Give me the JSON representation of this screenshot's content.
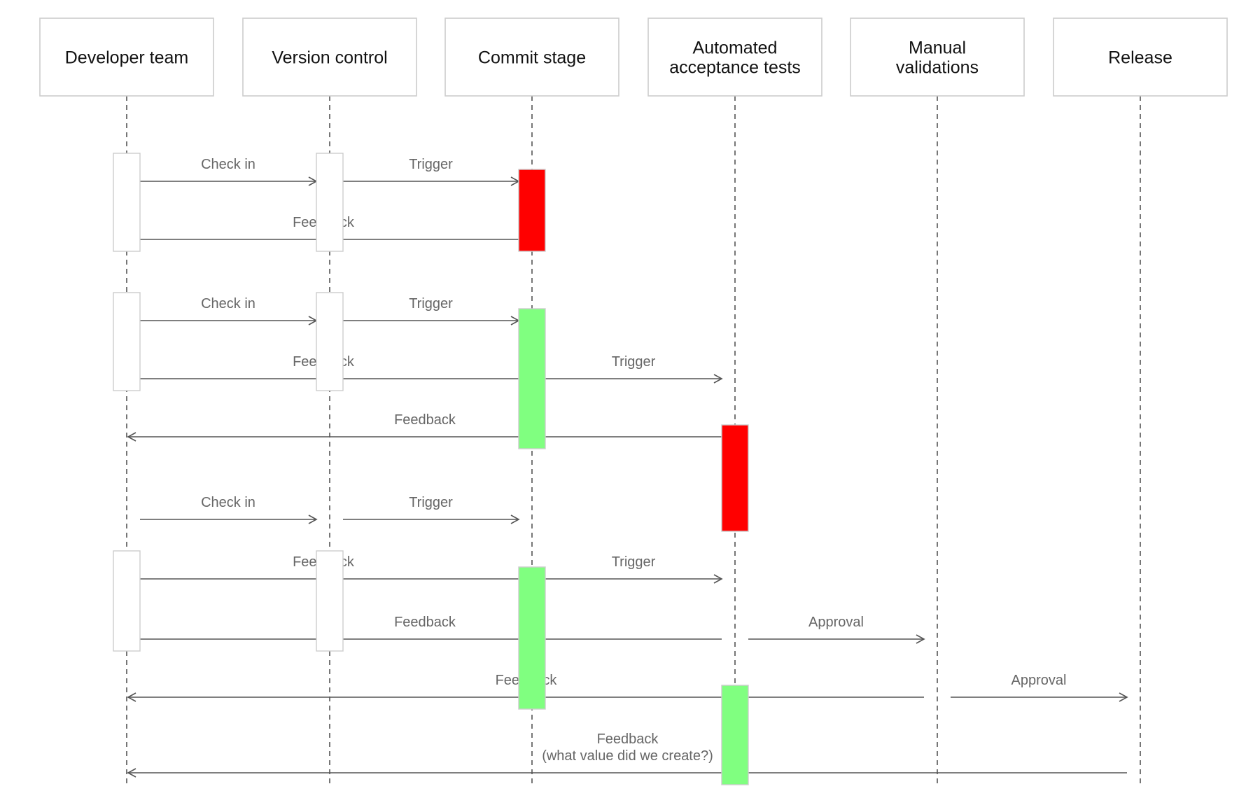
{
  "colors": {
    "fail": "#ff0000",
    "pass": "#80ff80",
    "line": "#555555",
    "box_border": "#cccccc",
    "text": "#111111",
    "label": "#666666"
  },
  "actors": [
    {
      "name": "developer-team",
      "lines": [
        "Developer team"
      ]
    },
    {
      "name": "version-control",
      "lines": [
        "Version control"
      ]
    },
    {
      "name": "commit-stage",
      "lines": [
        "Commit stage"
      ]
    },
    {
      "name": "automated-acceptance-tests",
      "lines": [
        "Automated",
        "acceptance tests"
      ]
    },
    {
      "name": "manual-validations",
      "lines": [
        "Manual",
        "validations"
      ]
    },
    {
      "name": "release",
      "lines": [
        "Release"
      ]
    }
  ],
  "activations": [
    {
      "actor": 0,
      "status": "neutral",
      "from": 1,
      "to": 2
    },
    {
      "actor": 1,
      "status": "neutral",
      "from": 1,
      "to": 2
    },
    {
      "actor": 2,
      "status": "fail",
      "from": 1,
      "to": 2
    },
    {
      "actor": 0,
      "status": "neutral",
      "from": 3,
      "to": 4
    },
    {
      "actor": 1,
      "status": "neutral",
      "from": 3,
      "to": 4
    },
    {
      "actor": 2,
      "status": "pass",
      "from": 3,
      "to": 5
    },
    {
      "actor": 3,
      "status": "fail",
      "from": 5,
      "to": 6
    },
    {
      "actor": 0,
      "status": "neutral",
      "from": 7,
      "to": 8
    },
    {
      "actor": 1,
      "status": "neutral",
      "from": 7,
      "to": 8
    },
    {
      "actor": 2,
      "status": "pass",
      "from": 7,
      "to": 9
    },
    {
      "actor": 3,
      "status": "pass",
      "from": 9,
      "to": 10
    },
    {
      "actor": 4,
      "status": "pass",
      "from": 10,
      "to": 11
    },
    {
      "actor": 5,
      "status": "pass",
      "from": 11,
      "to": 12
    }
  ],
  "messages": [
    {
      "from": 0,
      "to": 1,
      "label": [
        "Check in"
      ],
      "step": 1
    },
    {
      "from": 1,
      "to": 2,
      "label": [
        "Trigger"
      ],
      "step": 1
    },
    {
      "from": 2,
      "to": 0,
      "label": [
        "Feedback"
      ],
      "step": 2
    },
    {
      "from": 0,
      "to": 1,
      "label": [
        "Check in"
      ],
      "step": 3
    },
    {
      "from": 1,
      "to": 2,
      "label": [
        "Trigger"
      ],
      "step": 3
    },
    {
      "from": 2,
      "to": 0,
      "label": [
        "Feedback"
      ],
      "step": 4
    },
    {
      "from": 2,
      "to": 3,
      "label": [
        "Trigger"
      ],
      "step": 4
    },
    {
      "from": 3,
      "to": 0,
      "label": [
        "Feedback"
      ],
      "step": 5
    },
    {
      "from": 0,
      "to": 1,
      "label": [
        "Check in"
      ],
      "step": 6
    },
    {
      "from": 1,
      "to": 2,
      "label": [
        "Trigger"
      ],
      "step": 6
    },
    {
      "from": 2,
      "to": 0,
      "label": [
        "Feedback"
      ],
      "step": 7
    },
    {
      "from": 2,
      "to": 3,
      "label": [
        "Trigger"
      ],
      "step": 7
    },
    {
      "from": 3,
      "to": 0,
      "label": [
        "Feedback"
      ],
      "step": 8
    },
    {
      "from": 3,
      "to": 4,
      "label": [
        "Approval"
      ],
      "step": 8
    },
    {
      "from": 4,
      "to": 0,
      "label": [
        "Feedback"
      ],
      "step": 9
    },
    {
      "from": 4,
      "to": 5,
      "label": [
        "Approval"
      ],
      "step": 9
    },
    {
      "from": 5,
      "to": 0,
      "label": [
        "Feedback",
        "(what value did we create?)"
      ],
      "step": 10
    }
  ]
}
